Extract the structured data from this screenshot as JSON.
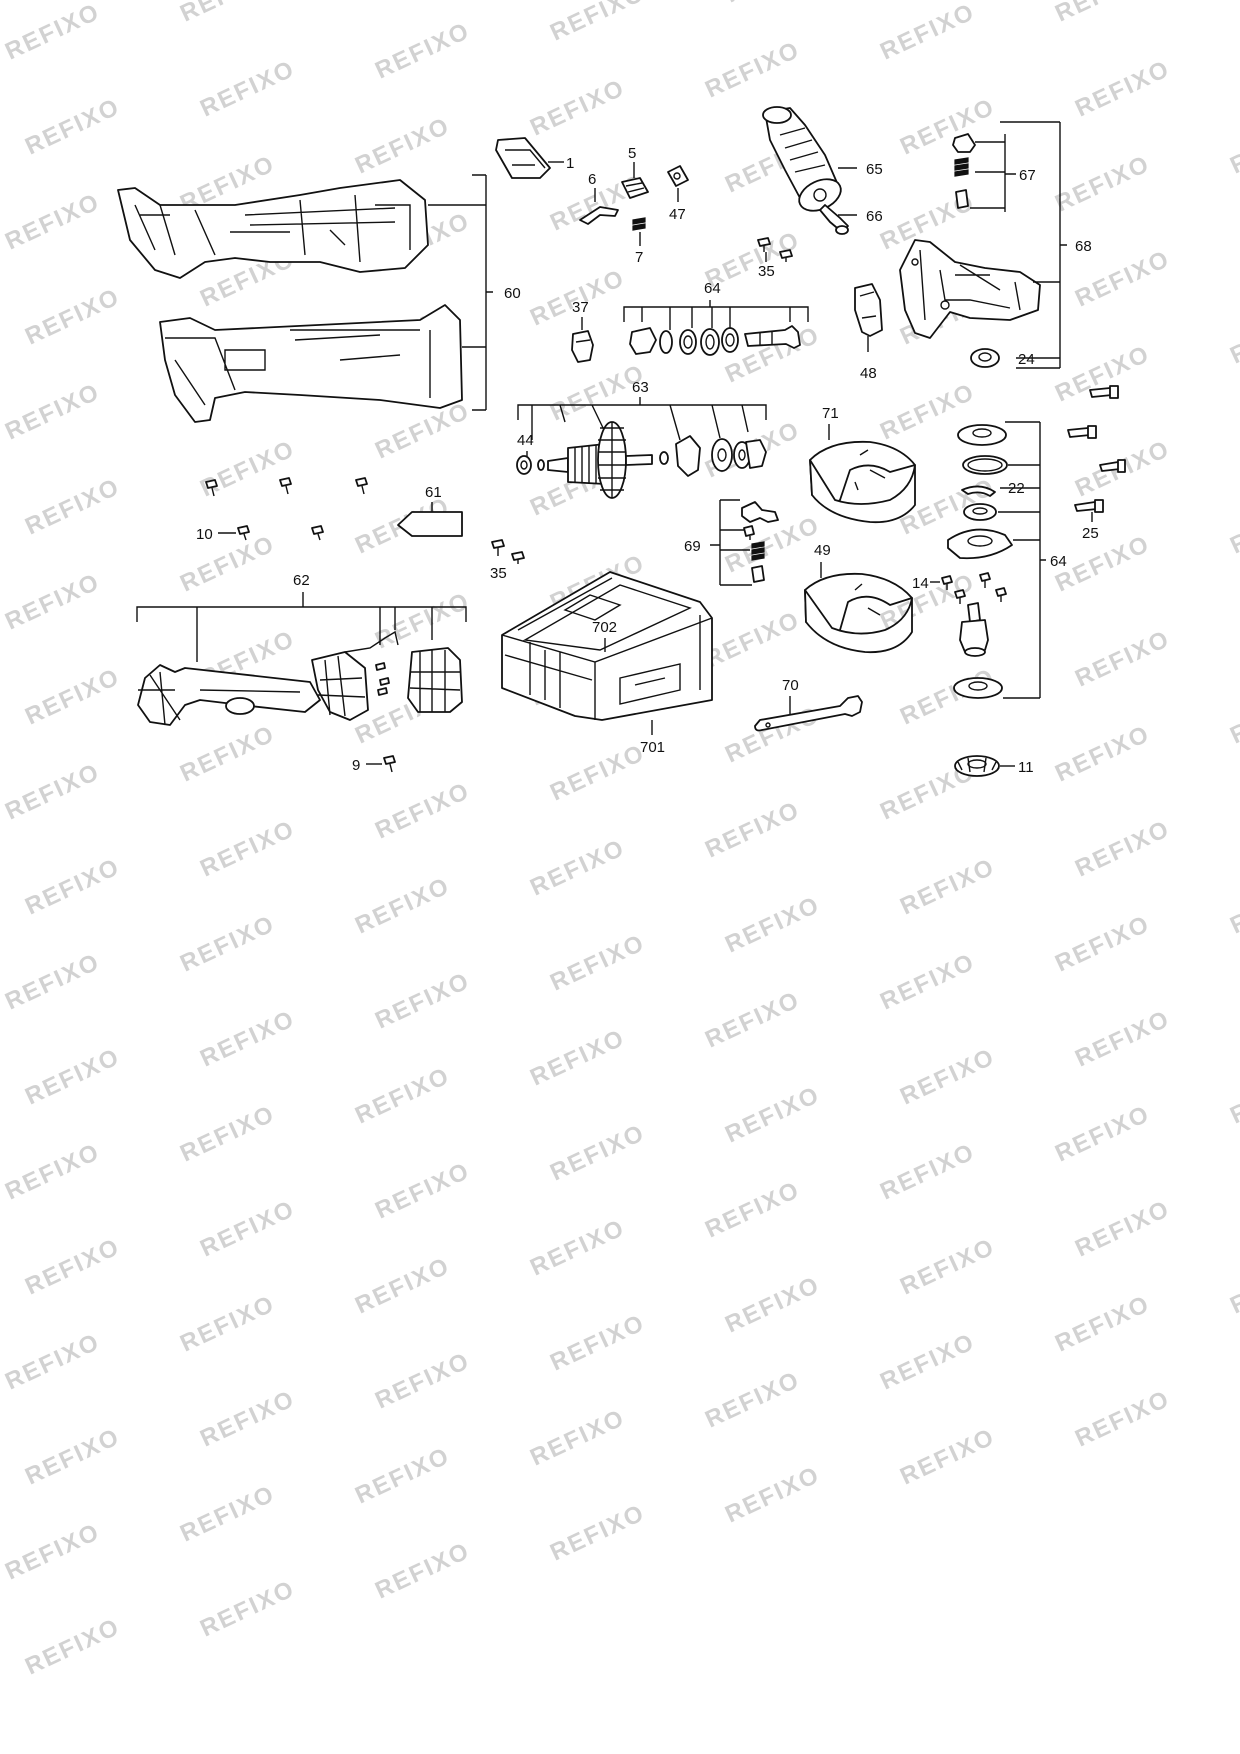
{
  "watermark": "REFIXO",
  "labels": {
    "l1": "1",
    "l5": "5",
    "l6": "6",
    "l47": "47",
    "l7": "7",
    "l65": "65",
    "l66": "66",
    "l67": "67",
    "l68": "68",
    "l24": "24",
    "l35a": "35",
    "l37": "37",
    "l64a": "64",
    "l48": "48",
    "l60": "60",
    "l63": "63",
    "l44": "44",
    "l71": "71",
    "l22": "22",
    "l25": "25",
    "l61": "61",
    "l10": "10",
    "l69": "69",
    "l49": "49",
    "l64b": "64",
    "l14": "14",
    "l35b": "35",
    "l62": "62",
    "l702": "702",
    "l70": "70",
    "l701": "701",
    "l9": "9",
    "l11": "11"
  },
  "colors": {
    "line": "#111111",
    "watermark": "#d2d2d2",
    "background": "#ffffff"
  }
}
